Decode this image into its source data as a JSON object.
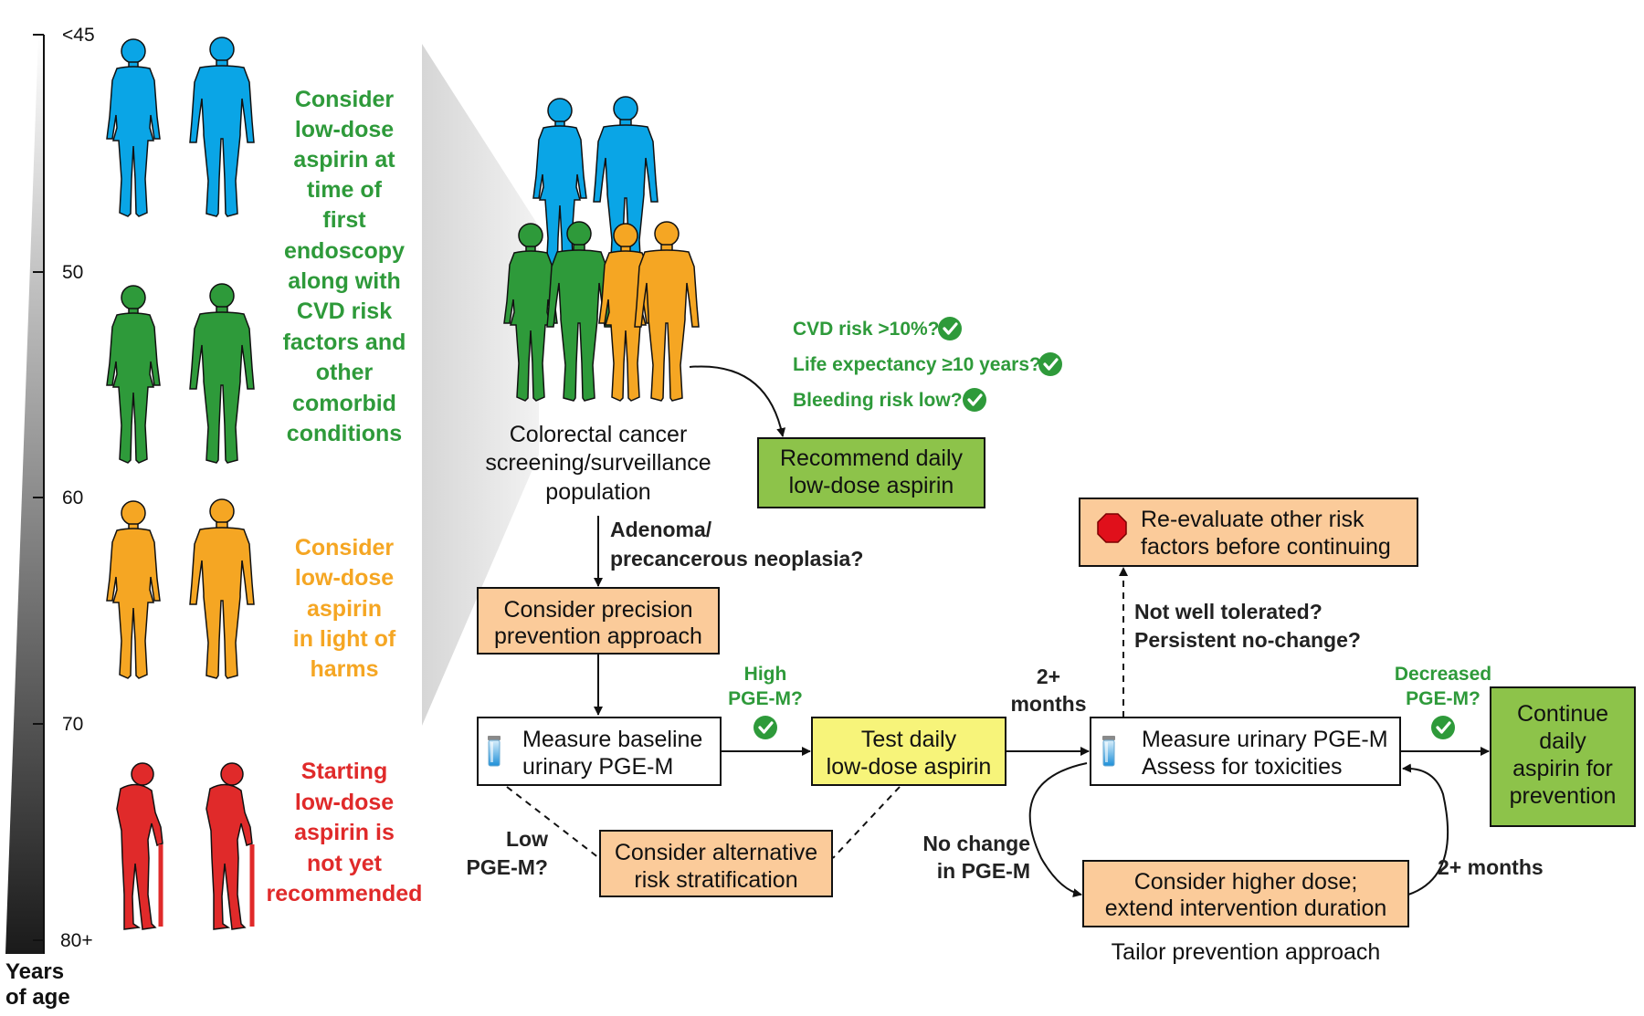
{
  "age_axis": {
    "title_line1": "Years",
    "title_line2": "of age",
    "ticks": [
      "<45",
      "50",
      "60",
      "70",
      "80+"
    ]
  },
  "age_groups": [
    {
      "color": "#0aa5e6",
      "lines": [
        "Consider",
        "low-dose",
        "aspirin at",
        "time of",
        "first",
        "endoscopy",
        "along with",
        "CVD risk",
        "factors and",
        "other",
        "comorbid",
        "conditions"
      ]
    },
    {
      "color": "#2e9a3a",
      "lines": []
    },
    {
      "color": "#f5a623",
      "lines": [
        "Consider",
        "low-dose",
        "aspirin",
        "in light of",
        "harms"
      ]
    },
    {
      "color": "#e02a2a",
      "lines": [
        "Starting",
        "low-dose",
        "aspirin is",
        "not yet",
        "recommended"
      ]
    }
  ],
  "population": {
    "lines": [
      "Colorectal cancer",
      "screening/surveillance",
      "population"
    ]
  },
  "checks": {
    "cvd": "CVD risk >10%?",
    "life": "Life expectancy ≥10 years?",
    "bleed": "Bleeding risk low?"
  },
  "boxes": {
    "recommend": [
      "Recommend daily",
      "low-dose aspirin"
    ],
    "precision": [
      "Consider precision",
      "prevention approach"
    ],
    "baseline": [
      "Measure baseline",
      "urinary PGE-M"
    ],
    "test": [
      "Test daily",
      "low-dose aspirin"
    ],
    "alternative": [
      "Consider alternative",
      "risk stratification"
    ],
    "measure": [
      "Measure urinary PGE-M",
      "Assess for toxicities"
    ],
    "reeval": [
      "Re-evaluate other risk",
      "factors before continuing"
    ],
    "continue": [
      "Continue",
      "daily",
      "aspirin for",
      "prevention"
    ],
    "higher": [
      "Consider higher dose;",
      "extend intervention duration"
    ]
  },
  "labels": {
    "adenoma": [
      "Adenoma/",
      "precancerous neoplasia?"
    ],
    "high": [
      "High",
      "PGE-M?"
    ],
    "low": [
      "Low",
      "PGE-M?"
    ],
    "two_months": [
      "2+",
      "months"
    ],
    "not_tolerated": [
      "Not well tolerated?",
      "Persistent no-change?"
    ],
    "decreased": [
      "Decreased",
      "PGE-M?"
    ],
    "no_change": [
      "No change",
      "in PGE-M"
    ],
    "two_months_loop": "2+ months",
    "tailor": "Tailor prevention approach"
  },
  "colors": {
    "blue": "#0aa5e6",
    "green": "#2e9a3a",
    "orange": "#f5a623",
    "red": "#e02a2a",
    "box_green": "#8dc34a",
    "box_orange": "#fbcb9a",
    "box_yellow": "#f7f47a"
  },
  "icons": [
    "person-silhouette-icon",
    "elderly-person-with-cane-icon",
    "checkmark-icon",
    "urine-sample-vial-icon",
    "stop-sign-icon"
  ]
}
